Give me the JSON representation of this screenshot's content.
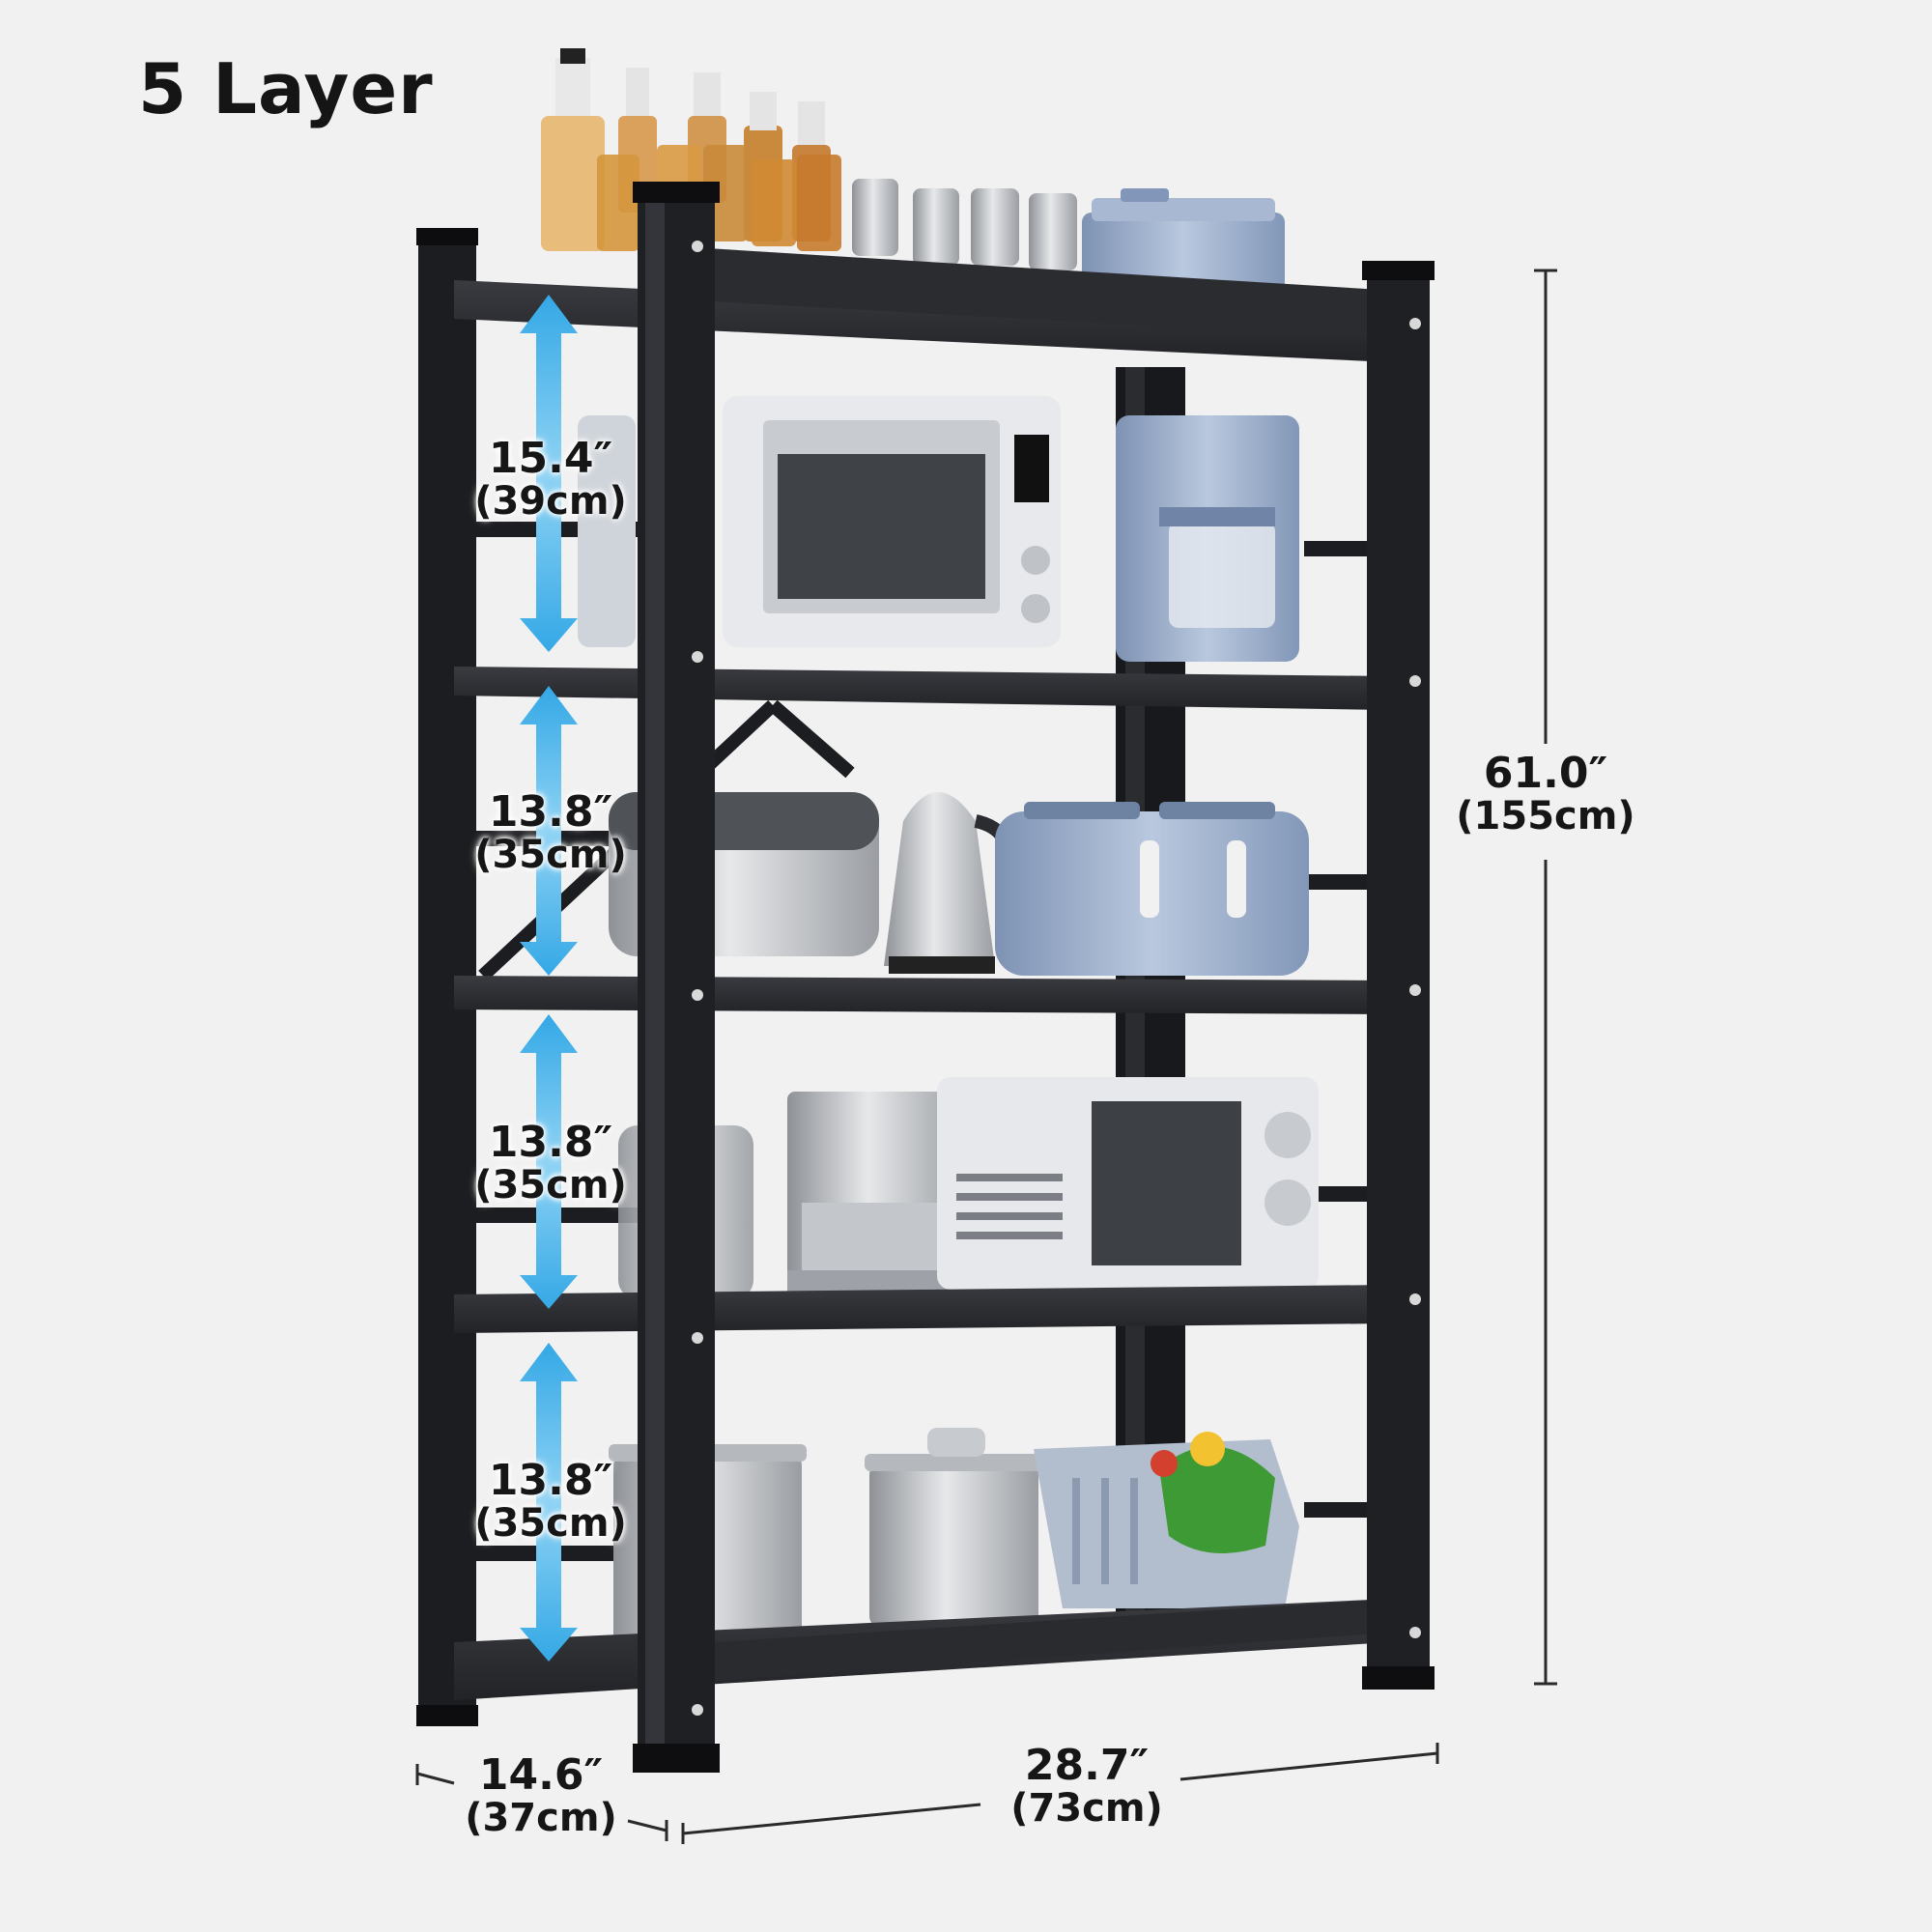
{
  "title": "5 Layer",
  "shelf_gaps": [
    {
      "inch": "15.4″",
      "cm": "(39cm)"
    },
    {
      "inch": "13.8″",
      "cm": "(35cm)"
    },
    {
      "inch": "13.8″",
      "cm": "(35cm)"
    },
    {
      "inch": "13.8″",
      "cm": "(35cm)"
    }
  ],
  "height": {
    "inch": "61.0″",
    "cm": "(155cm)"
  },
  "depth": {
    "inch": "14.6″",
    "cm": "(37cm)"
  },
  "width": {
    "inch": "28.7″",
    "cm": "(73cm)"
  },
  "colors": {
    "background": "#f1f1f1",
    "frame": "#1b1c1f",
    "arrow": "#3fb3ea",
    "text": "#161616"
  }
}
